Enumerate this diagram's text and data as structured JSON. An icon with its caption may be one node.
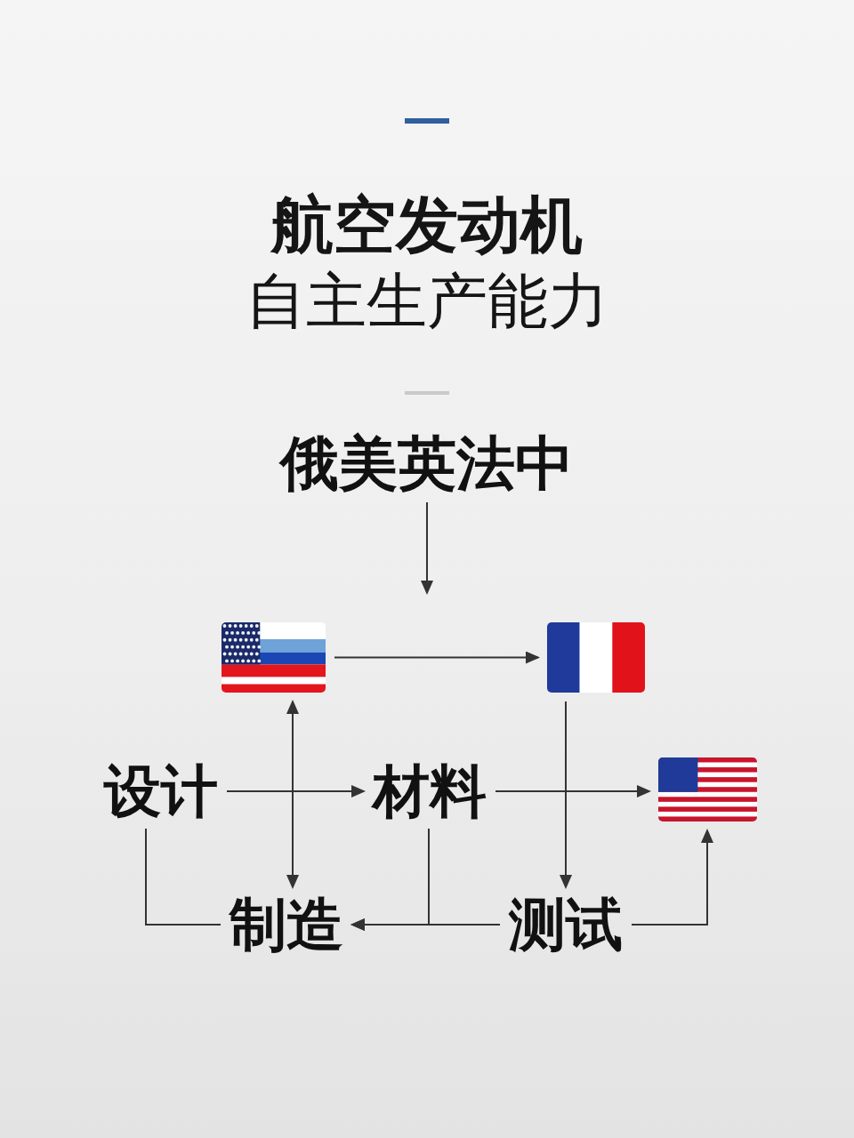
{
  "diagram": {
    "title": "**航空发动机**自主生产能力",
    "nodes": [
      {
        "text": [
          "俄美英法中"
        ]
      },
      {
        "text": [],
        "shape": "flag"
      },
      {
        "text": [],
        "shape": "flag"
      },
      {
        "text": [
          "设计"
        ]
      },
      {
        "text": [
          "材料"
        ]
      },
      {
        "text": [],
        "shape": "flag"
      },
      {
        "text": [
          "制造"
        ]
      },
      {
        "text": [
          "测试"
        ]
      }
    ],
    "edges": [
      {
        "from": 0,
        "to": null,
        "arrow": "to"
      },
      {
        "from": 1,
        "to": 2,
        "arrow": "to"
      },
      {
        "from": 1,
        "to": 6,
        "arrow": "both"
      },
      {
        "from": 3,
        "to": 4,
        "arrow": "to"
      },
      {
        "from": 2,
        "to": 7,
        "arrow": "to"
      },
      {
        "from": 4,
        "to": 5,
        "arrow": "to"
      },
      {
        "from": 4,
        "to": 6,
        "arrow": "to"
      },
      {
        "from": 7,
        "to": 6,
        "arrow": "to"
      },
      {
        "from": 7,
        "to": 5,
        "arrow": "to"
      },
      {
        "from": 3,
        "to": 6,
        "arrow": "none"
      }
    ]
  }
}
